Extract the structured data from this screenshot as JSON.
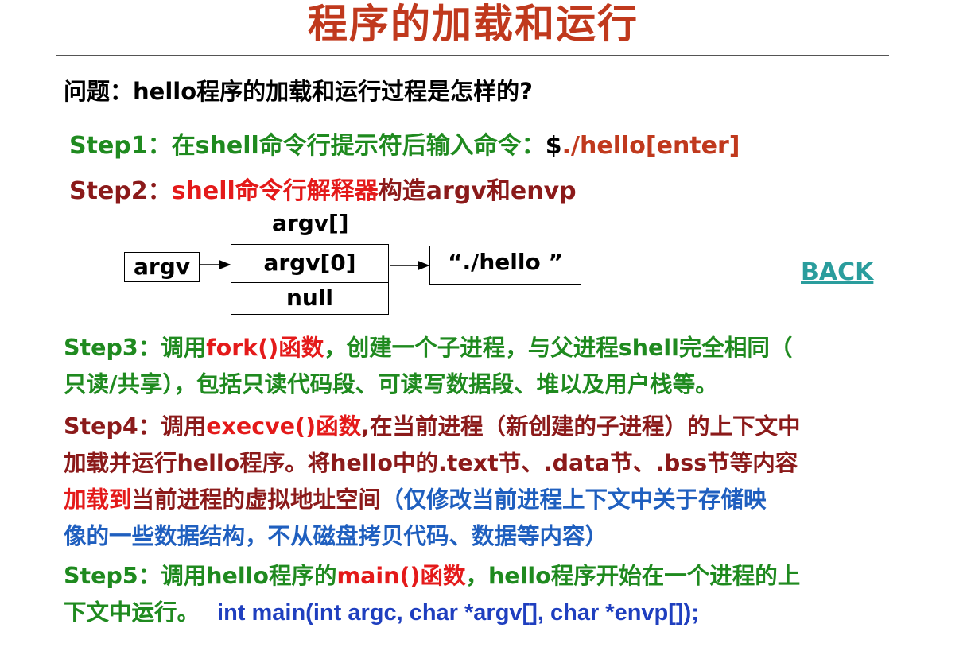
{
  "title": "程序的加载和运行",
  "question": "问题：hello程序的加载和运行过程是怎样的?",
  "step1": {
    "label": "Step1：在shell命令行提示符后输入命令：",
    "prompt": "$",
    "command": "./hello[enter]"
  },
  "step2": {
    "label": "Step2：",
    "red": "shell命令行解释器",
    "rest": "构造argv和envp"
  },
  "diagram": {
    "array_header": "argv[]",
    "pointer": "argv",
    "cell0": "argv[0]",
    "cell1": "null",
    "string_value": "“./hello ”"
  },
  "back_link": "BACK",
  "step3": {
    "label": "Step3：调用",
    "func": "fork()函数",
    "line1_rest": "，创建一个子进程，与父进程shell完全相同（",
    "line2": "只读/共享），包括只读代码段、可读写数据段、堆以及用户栈等。"
  },
  "step4": {
    "label": "Step4：调用",
    "func": "execve()函数",
    "line1_rest": ",在当前进程（新创建的子进程）的上下文中",
    "line2": "加载并运行hello程序。将hello中的.text节、.data节、.bss节等内容",
    "line3_red": "加载到",
    "line3_dark": "当前进程的虚拟地址空间",
    "line3_blue": "（仅修改当前进程上下文中关于存储映",
    "line4_blue": "像的一些数据结构，不从磁盘拷贝代码、数据等内容）"
  },
  "step5": {
    "label": "Step5：调用hello程序的",
    "func": "main()函数",
    "line1_rest": "，hello程序开始在一个进程的上",
    "line2": "下文中运行。",
    "signature": "int main(int argc, char *argv[], char *envp[]);"
  },
  "colors": {
    "title": "#c0391d",
    "green": "#1f8a1f",
    "dark_red": "#8b1a1a",
    "red": "#e41a1a",
    "blue": "#1f5fbf",
    "back": "#2a9d9d"
  }
}
